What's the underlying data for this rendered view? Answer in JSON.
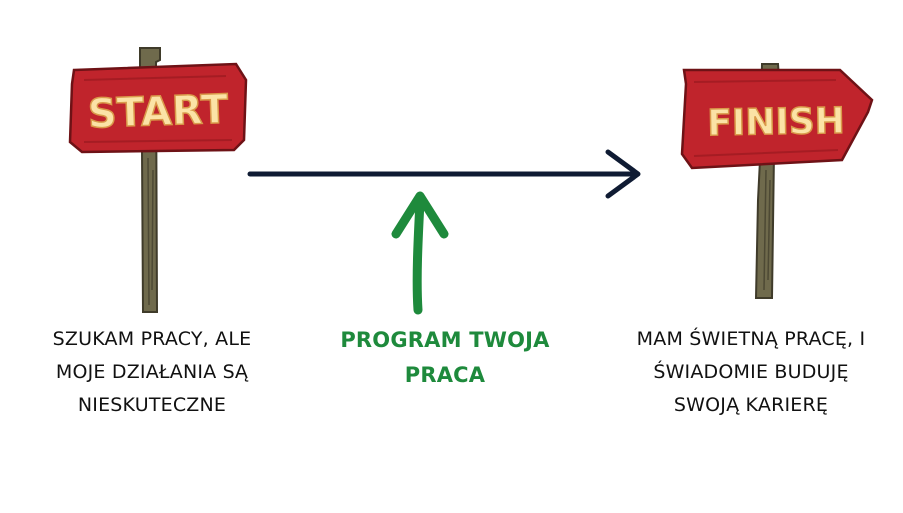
{
  "signs": {
    "start": "START",
    "finish": "FINISH"
  },
  "captions": {
    "start_lines": [
      "SZUKAM PRACY, ALE",
      "MOJE DZIAŁANIA SĄ",
      "NIESKUTECZNE"
    ],
    "program_lines": [
      "PROGRAM TWOJA",
      "PRACA"
    ],
    "finish_lines": [
      "MAM ŚWIETNĄ PRACĘ, I",
      "ŚWIADOMIE BUDUJĘ",
      "SWOJĄ KARIERĘ"
    ]
  },
  "colors": {
    "sign_red": "#c0242c",
    "sign_text": "#fbe3a6",
    "post": "#6f6a4c",
    "arrow_navy": "#0f1b33",
    "arrow_green": "#1e8a3c",
    "program_text": "#1e8a3c"
  },
  "icons": [
    "start-sign-icon",
    "finish-sign-icon",
    "horizontal-arrow-icon",
    "up-arrow-icon"
  ]
}
